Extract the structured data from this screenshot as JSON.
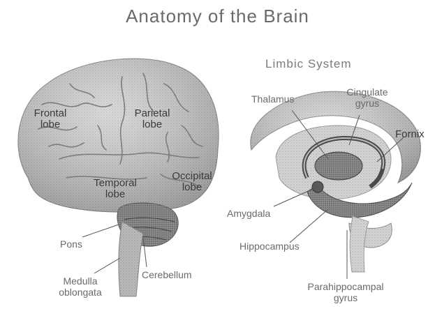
{
  "title": "Anatomy of the Brain",
  "limbic": {
    "subtitle": "Limbic System",
    "labels": {
      "thalamus": "Thalamus",
      "cingulate_1": "Cingulate",
      "cingulate_2": "gyrus",
      "fornix": "Fornix",
      "amygdala": "Amygdala",
      "hippocampus": "Hippocampus",
      "parahippo_1": "Parahippocampal",
      "parahippo_2": "gyrus"
    }
  },
  "brain": {
    "labels": {
      "frontal_1": "Frontal",
      "frontal_2": "lobe",
      "parietal_1": "Parietal",
      "parietal_2": "lobe",
      "temporal_1": "Temporal",
      "temporal_2": "lobe",
      "occipital_1": "Occipital",
      "occipital_2": "lobe",
      "pons": "Pons",
      "medulla_1": "Medulla",
      "medulla_2": "oblongata",
      "cerebellum": "Cerebellum"
    }
  },
  "colors": {
    "brain_fill": "#c9c9c9",
    "dark_fill": "#8f8f8f",
    "line": "#555555"
  }
}
